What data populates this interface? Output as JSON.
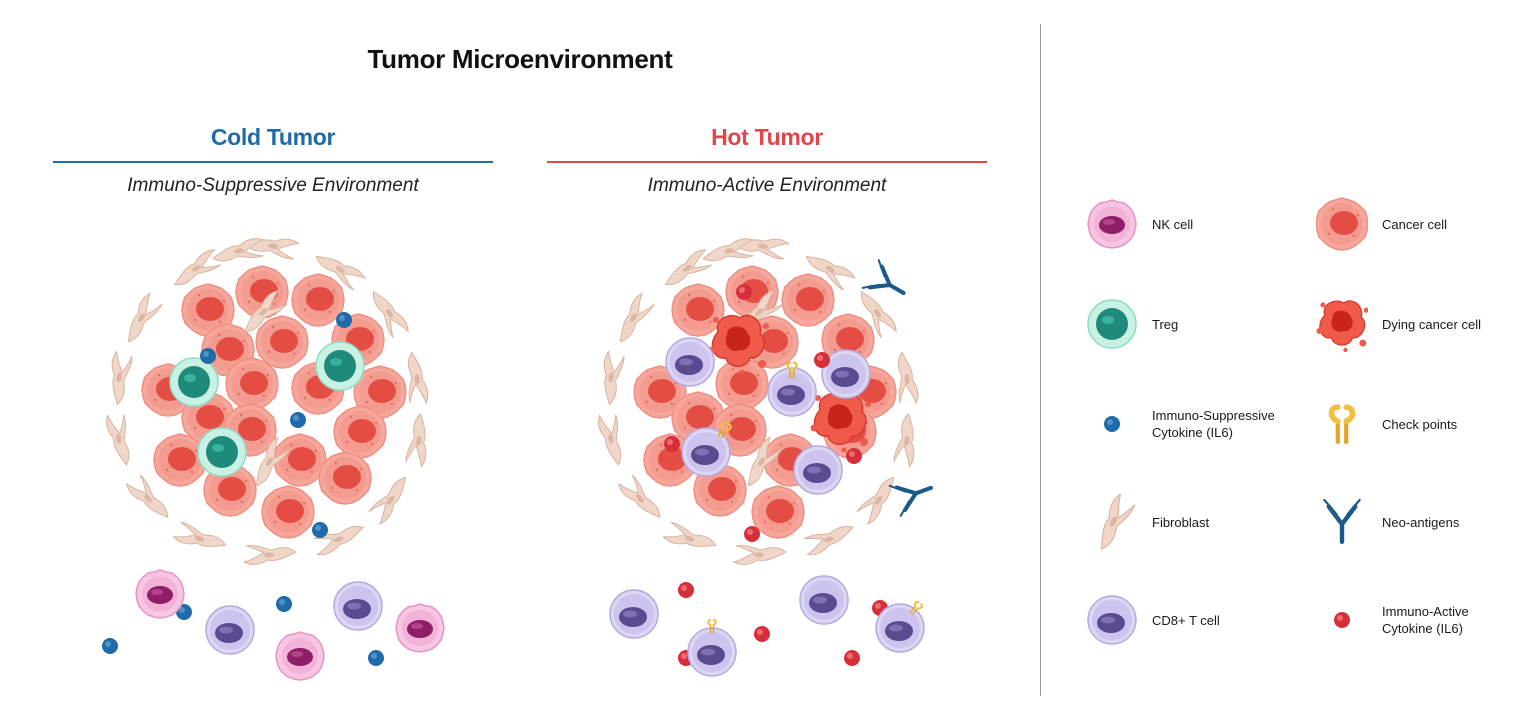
{
  "figure": {
    "title": "Tumor Microenvironment"
  },
  "panels": {
    "cold": {
      "title": "Cold Tumor",
      "subtitle": "Immuno-Suppressive Environment"
    },
    "hot": {
      "title": "Hot Tumor",
      "subtitle": "Immuno-Active Environment"
    }
  },
  "legend": {
    "nk_cell": "NK cell",
    "cancer_cell": "Cancer cell",
    "treg": "Treg",
    "dying_cancer_cell": "Dying cancer cell",
    "suppressive_cytokine_1": "Immuno-Suppressive",
    "suppressive_cytokine_2": "Cytokine (IL6)",
    "check_points": "Check points",
    "fibroblast": "Fibroblast",
    "neo_antigens": "Neo-antigens",
    "cd8_t_cell": "CD8+ T cell",
    "active_cytokine_1": "Immuno-Active",
    "active_cytokine_2": "Cytokine (IL6)"
  },
  "colors": {
    "cold_accent": "#1f6aa8",
    "hot_accent": "#e0464c",
    "cancer_cell": "#f08a7e",
    "cancer_nucleus": "#e0473f",
    "nk_cell": "#f4bfe0",
    "nk_nucleus": "#8e1f66",
    "treg": "#bfeee0",
    "treg_nucleus": "#1f8a7a",
    "cd8_cell": "#d9d2f2",
    "cd8_nucleus": "#5b4a8f",
    "suppressive_cytokine": "#1f6aa8",
    "active_cytokine": "#d72f3a",
    "fibroblast": "#ebd1c2",
    "neo_antigen": "#1a5a8a",
    "check_point": "#f2c040"
  },
  "icons": [
    "nk-cell-icon",
    "cancer-cell-icon",
    "treg-icon",
    "dying-cancer-cell-icon",
    "cytokine-suppressive-icon",
    "check-point-icon",
    "fibroblast-icon",
    "neo-antigen-icon",
    "cd8-t-cell-icon",
    "cytokine-active-icon"
  ]
}
